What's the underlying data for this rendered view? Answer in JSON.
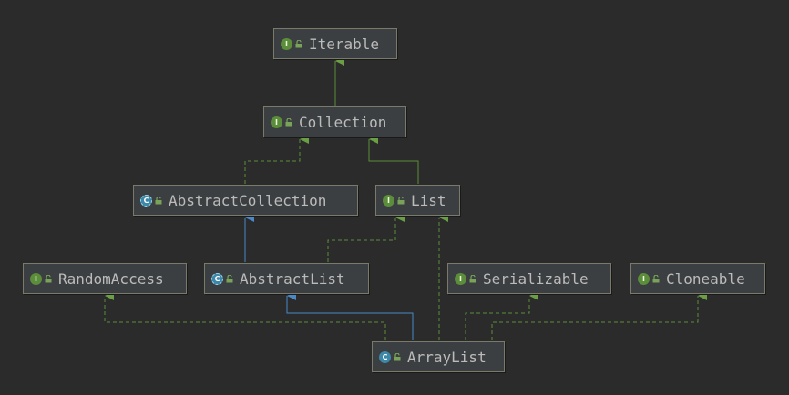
{
  "nodes": {
    "iterable": {
      "label": "Iterable",
      "kind": "interface",
      "badge_letter": "I"
    },
    "collection": {
      "label": "Collection",
      "kind": "interface",
      "badge_letter": "I"
    },
    "abstract_collection": {
      "label": "AbstractCollection",
      "kind": "abstract-class",
      "badge_letter": "C"
    },
    "list": {
      "label": "List",
      "kind": "interface",
      "badge_letter": "I"
    },
    "random_access": {
      "label": "RandomAccess",
      "kind": "interface",
      "badge_letter": "I"
    },
    "abstract_list": {
      "label": "AbstractList",
      "kind": "abstract-class",
      "badge_letter": "C"
    },
    "serializable": {
      "label": "Serializable",
      "kind": "interface",
      "badge_letter": "I"
    },
    "cloneable": {
      "label": "Cloneable",
      "kind": "interface",
      "badge_letter": "I"
    },
    "array_list": {
      "label": "ArrayList",
      "kind": "class",
      "badge_letter": "C"
    }
  },
  "relations": [
    {
      "from": "collection",
      "to": "iterable",
      "type": "extends-interface"
    },
    {
      "from": "abstract_collection",
      "to": "collection",
      "type": "implements"
    },
    {
      "from": "list",
      "to": "collection",
      "type": "extends-interface"
    },
    {
      "from": "abstract_list",
      "to": "abstract_collection",
      "type": "extends"
    },
    {
      "from": "abstract_list",
      "to": "list",
      "type": "implements"
    },
    {
      "from": "array_list",
      "to": "random_access",
      "type": "implements"
    },
    {
      "from": "array_list",
      "to": "abstract_list",
      "type": "extends"
    },
    {
      "from": "array_list",
      "to": "list",
      "type": "implements"
    },
    {
      "from": "array_list",
      "to": "serializable",
      "type": "implements"
    },
    {
      "from": "array_list",
      "to": "cloneable",
      "type": "implements"
    }
  ],
  "colors": {
    "background": "#2b2b2b",
    "implements_edge": "#5b8d3a",
    "extends_edge": "#4a88c7",
    "node_fill": "#3c3f41",
    "node_text": "#bbbbbb",
    "interface_badge": "#5b8d3a",
    "class_badge": "#3d88a8"
  },
  "icons": {
    "interface": "interface-icon",
    "class": "class-icon",
    "abstract-class": "abstract-class-icon",
    "visibility": "public-lock-icon"
  }
}
